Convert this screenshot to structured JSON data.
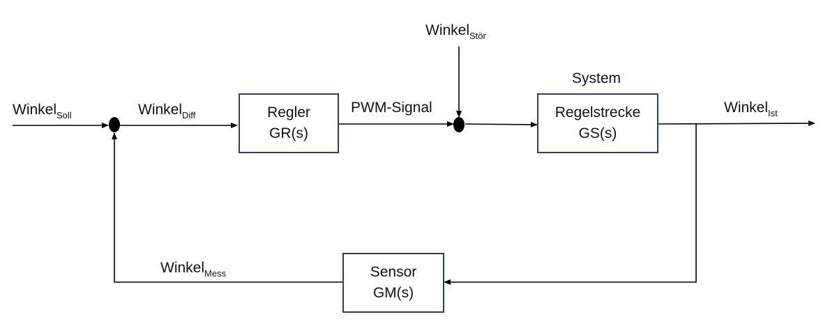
{
  "signals": {
    "soll": {
      "main": "Winkel",
      "sub": "Soll"
    },
    "diff": {
      "main": "Winkel",
      "sub": "Diff"
    },
    "pwm": "PWM-Signal",
    "stoer": {
      "main": "Winkel",
      "sub": "Stör"
    },
    "ist": {
      "main": "Winkel",
      "sub": "Ist"
    },
    "mess": {
      "main": "Winkel",
      "sub": "Mess"
    }
  },
  "blocks": {
    "regler": {
      "name": "Regler",
      "tf": "GR(s)"
    },
    "regelstrecke": {
      "name": "Regelstrecke",
      "tf": "GS(s)"
    },
    "sensor": {
      "name": "Sensor",
      "tf": "GM(s)"
    }
  },
  "system_label": "System",
  "colors": {
    "line": "#000000",
    "box_border": "#2f3f57"
  }
}
